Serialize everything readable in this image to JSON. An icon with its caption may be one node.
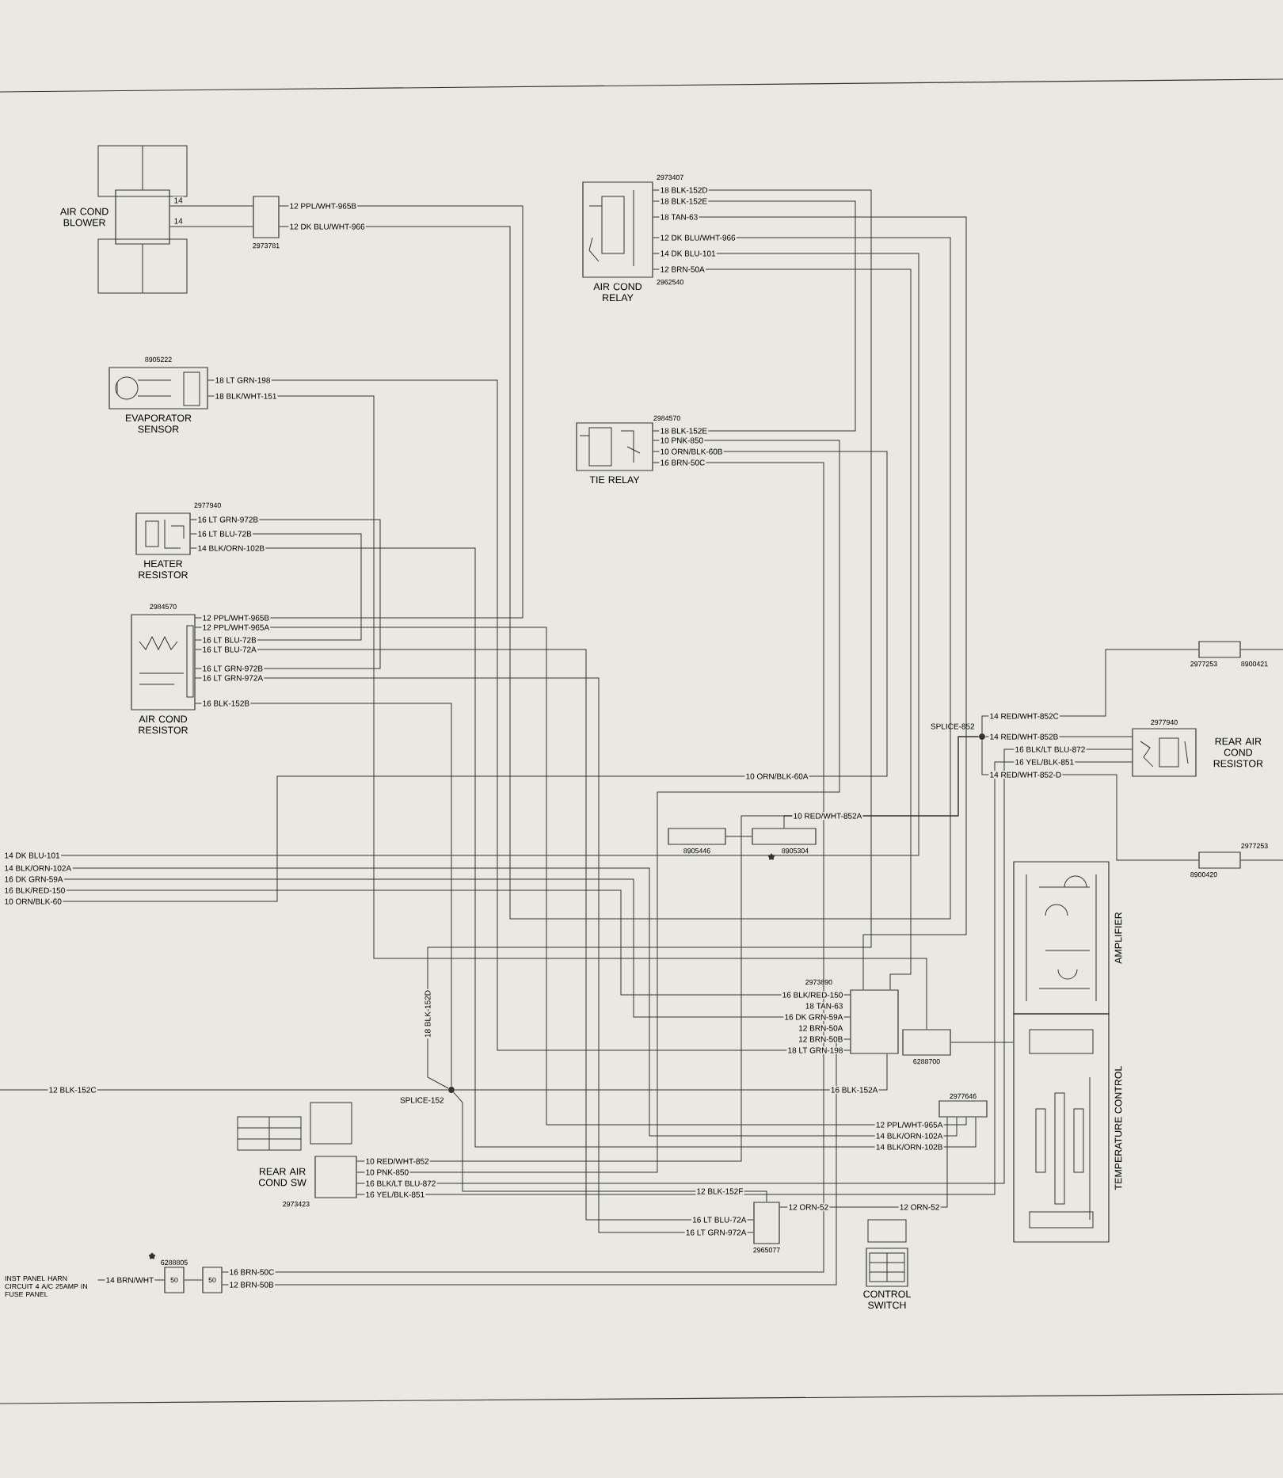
{
  "diagram": {
    "nodes": [
      {
        "text": [
          "AIR COND BLOWER"
        ]
      },
      {
        "text": [],
        "shape": "box",
        "beside": [
          "2973781"
        ]
      },
      {
        "text": [
          "EVAPORATOR SENSOR"
        ],
        "beside": [
          "8905222"
        ]
      },
      {
        "text": [
          "HEATER RESISTOR"
        ],
        "beside": [
          "2977940"
        ]
      },
      {
        "text": [
          "AIR COND RESISTOR"
        ],
        "beside": [
          "2984570"
        ]
      },
      {
        "text": [
          "AIR COND RELAY"
        ],
        "beside": [
          "2973407",
          "2962540"
        ]
      },
      {
        "text": [
          "TIE RELAY"
        ],
        "beside": [
          "2984570"
        ]
      },
      {
        "text": [
          "REAR AIR COND RESISTOR"
        ],
        "beside": [
          "2977940"
        ]
      },
      {
        "text": [
          "AMPLIFIER"
        ]
      },
      {
        "text": [
          "TEMPERATURE CONTROL"
        ]
      },
      {
        "text": [
          "REAR AIR COND SW"
        ],
        "beside": [
          "2973423"
        ]
      },
      {
        "text": [
          "CONTROL SWITCH"
        ]
      },
      {
        "text": [
          "SPLICE-152"
        ]
      },
      {
        "text": [
          "SPLICE-852"
        ]
      },
      {
        "text": [],
        "shape": "box",
        "beside": [
          "2973890"
        ]
      },
      {
        "text": [],
        "shape": "box",
        "beside": [
          "6288700"
        ]
      },
      {
        "text": [],
        "shape": "box",
        "beside": [
          "2977646"
        ]
      },
      {
        "text": [],
        "shape": "box",
        "beside": [
          "2965077"
        ]
      },
      {
        "text": [],
        "shape": "box",
        "beside": [
          "8905446"
        ]
      },
      {
        "text": [],
        "shape": "box",
        "beside": [
          "8905304"
        ]
      },
      {
        "text": [
          "INST PANEL HARN CIRCUIT 4 A/C 25AMP IN FUSE PANEL"
        ]
      },
      {
        "text": [
          "50"
        ],
        "beside": [
          "6288805"
        ]
      },
      {
        "text": [
          "50"
        ]
      },
      {
        "text": [],
        "shape": "box",
        "beside": [
          "2977253",
          "8900421"
        ]
      },
      {
        "text": [],
        "shape": "box",
        "beside": [
          "2977253",
          "8900420"
        ]
      },
      {
        "text": [
          "14 DK BLU-101"
        ]
      },
      {
        "text": [
          "14 BLK/ORN-102A"
        ]
      },
      {
        "text": [
          "16 DK GRN-59A"
        ]
      },
      {
        "text": [
          "16 BLK/RED-150"
        ]
      },
      {
        "text": [
          "10 ORN/BLK-60"
        ]
      }
    ],
    "edges": [
      {
        "from": 0,
        "to": 1,
        "arrow": "none"
      },
      {
        "from": 0,
        "to": 1,
        "arrow": "none"
      },
      {
        "from": 1,
        "to": 4,
        "arrow": "none",
        "label": "12 PPL/WHT-965B"
      },
      {
        "from": 1,
        "to": 5,
        "arrow": "none",
        "label": "12 DK BLU/WHT-966"
      },
      {
        "from": 2,
        "to": 14,
        "arrow": "none",
        "label": "18 LT GRN-198"
      },
      {
        "from": 2,
        "to": 15,
        "arrow": "none",
        "label": "18 BLK/WHT-151"
      },
      {
        "from": 3,
        "to": 4,
        "arrow": "none",
        "label": "16 LT GRN-972B"
      },
      {
        "from": 3,
        "to": 4,
        "arrow": "none",
        "label": "16 LT BLU-72B"
      },
      {
        "from": 3,
        "to": 16,
        "arrow": "none",
        "label": "14 BLK/ORN-102B"
      },
      {
        "from": 4,
        "to": 16,
        "arrow": "none",
        "label": "12 PPL/WHT-965A"
      },
      {
        "from": 4,
        "to": 17,
        "arrow": "none",
        "label": "16 LT BLU-72A"
      },
      {
        "from": 4,
        "to": 17,
        "arrow": "none",
        "label": "16 LT GRN-972A"
      },
      {
        "from": 4,
        "to": 12,
        "arrow": "none",
        "label": "16 BLK-152B"
      },
      {
        "from": 5,
        "to": 12,
        "arrow": "none",
        "label": "18 BLK-152D"
      },
      {
        "from": 5,
        "to": 6,
        "arrow": "none",
        "label": "18 BLK-152E"
      },
      {
        "from": 5,
        "to": 14,
        "arrow": "none",
        "label": "18 TAN-63"
      },
      {
        "from": 5,
        "to": 25,
        "arrow": "none",
        "label": "14 DK BLU-101"
      },
      {
        "from": 5,
        "to": 14,
        "arrow": "none",
        "label": "12 BRN-50A"
      },
      {
        "from": 6,
        "to": 10,
        "arrow": "none",
        "label": "10 PNK-850"
      },
      {
        "from": 6,
        "to": 29,
        "arrow": "none",
        "label": "10 ORN/BLK-60B"
      },
      {
        "from": 6,
        "to": 22,
        "arrow": "none",
        "label": "16 BRN-50C"
      },
      {
        "from": 22,
        "to": 14,
        "arrow": "none",
        "label": "12 BRN-50B"
      },
      {
        "from": 28,
        "to": 14,
        "arrow": "none",
        "label": "16 BLK/RED-150"
      },
      {
        "from": 27,
        "to": 14,
        "arrow": "none",
        "label": "16 DK GRN-59A"
      },
      {
        "from": 14,
        "to": 12,
        "arrow": "none",
        "label": "16 BLK-152A"
      },
      {
        "from": 12,
        "to": null,
        "arrow": "none",
        "label": "12 BLK-152C"
      },
      {
        "from": 17,
        "to": 12,
        "arrow": "none",
        "label": "12 BLK-152F"
      },
      {
        "from": 17,
        "to": 16,
        "arrow": "none",
        "label": "12 ORN-52"
      },
      {
        "from": 26,
        "to": 16,
        "arrow": "none",
        "label": "14 BLK/ORN-102A"
      },
      {
        "from": 13,
        "to": 23,
        "arrow": "none",
        "label": "14 RED/WHT-852C"
      },
      {
        "from": 13,
        "to": 7,
        "arrow": "none",
        "label": "14 RED/WHT-852B"
      },
      {
        "from": 7,
        "to": 10,
        "arrow": "none",
        "label": "16 BLK/LT BLU-872"
      },
      {
        "from": 7,
        "to": 10,
        "arrow": "none",
        "label": "16 YEL/BLK-851"
      },
      {
        "from": 13,
        "to": 24,
        "arrow": "none",
        "label": "14 RED/WHT-852-D"
      },
      {
        "from": 13,
        "to": 19,
        "arrow": "none",
        "label": "10 RED/WHT-852A"
      },
      {
        "from": 13,
        "to": 10,
        "arrow": "none",
        "label": "10 RED/WHT-852"
      },
      {
        "from": 18,
        "to": 19,
        "arrow": "none"
      },
      {
        "from": 20,
        "to": 21,
        "arrow": "none",
        "label": "14 BRN/WHT"
      },
      {
        "from": 21,
        "to": 22,
        "arrow": "none"
      },
      {
        "from": 23,
        "to": null,
        "arrow": "none"
      },
      {
        "from": 24,
        "to": null,
        "arrow": "none"
      },
      {
        "from": 15,
        "to": 9,
        "arrow": "none"
      }
    ],
    "labels": [
      "14",
      "14",
      "12 PPL/WHT-965B",
      "12 DK BLU/WHT-966",
      "16 LT GRN-972B",
      "16 LT BLU-72B",
      "18 BLK-152D",
      "18 BLK-152E",
      "18 TAN-63",
      "12 BRN-50A",
      "10 PNK-850",
      "10 ORN/BLK-60A",
      "16 BRN-50C",
      "12 BRN-50B",
      "18 LT GRN-198",
      "12 ORN-52",
      "12 PPL/WHT-965A",
      "14 BLK/ORN-102B",
      "16 LT BLU-72A",
      "16 LT GRN-972A",
      "16 BLK/LT BLU-872",
      "16 YEL/BLK-851"
    ]
  }
}
